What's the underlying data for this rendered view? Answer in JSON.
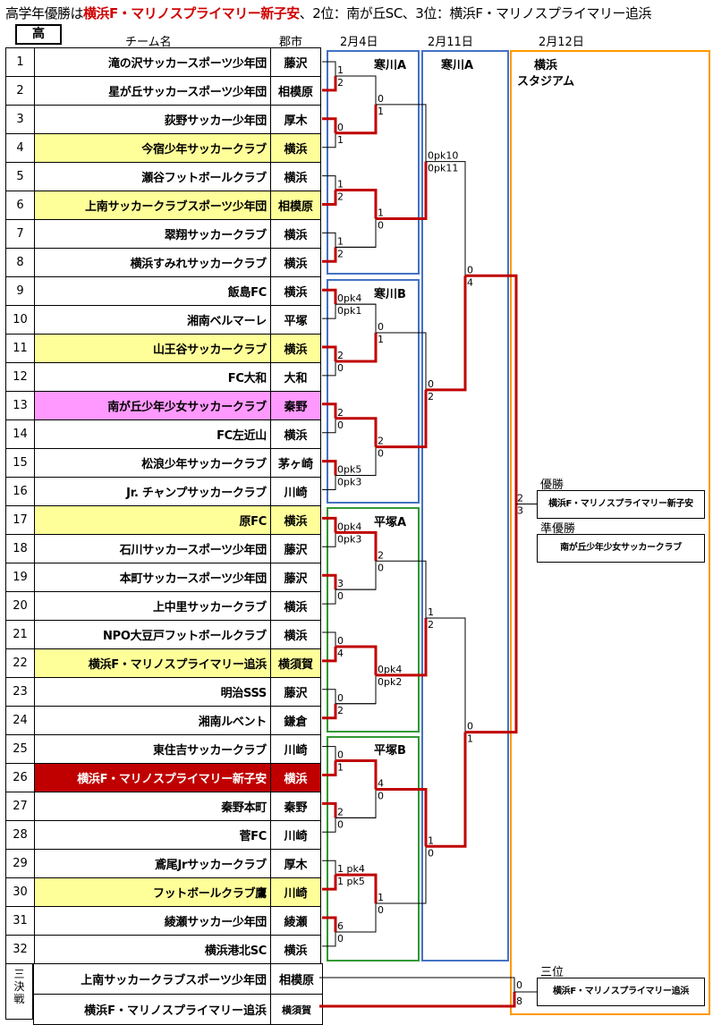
{
  "header": {
    "prefix": "高学年優勝は",
    "winner": "横浜F・マリノスプライマリー新子安",
    "rest": "、2位：南が丘SC、3位：横浜F・マリノスプライマリー追浜"
  },
  "grade": "高",
  "columns": {
    "team": "チーム名",
    "city": "郡市",
    "d1": "2月4日",
    "d2": "2月11日",
    "d3": "2月12日"
  },
  "teams": [
    {
      "no": "1",
      "name": "滝の沢サッカースポーツ少年団",
      "city": "藤沢",
      "hl": ""
    },
    {
      "no": "2",
      "name": "星が丘サッカースポーツ少年団",
      "city": "相模原",
      "hl": ""
    },
    {
      "no": "3",
      "name": "荻野サッカー少年団",
      "city": "厚木",
      "hl": ""
    },
    {
      "no": "4",
      "name": "今宿少年サッカークラブ",
      "city": "横浜",
      "hl": "yellow"
    },
    {
      "no": "5",
      "name": "瀬谷フットボールクラブ",
      "city": "横浜",
      "hl": ""
    },
    {
      "no": "6",
      "name": "上南サッカークラブスポーツ少年団",
      "city": "相模原",
      "hl": "yellow"
    },
    {
      "no": "7",
      "name": "翠翔サッカークラブ",
      "city": "横浜",
      "hl": ""
    },
    {
      "no": "8",
      "name": "横浜すみれサッカークラブ",
      "city": "横浜",
      "hl": ""
    },
    {
      "no": "9",
      "name": "飯島FC",
      "city": "横浜",
      "hl": ""
    },
    {
      "no": "10",
      "name": "湘南ベルマーレ",
      "city": "平塚",
      "hl": ""
    },
    {
      "no": "11",
      "name": "山王谷サッカークラブ",
      "city": "横浜",
      "hl": "yellow"
    },
    {
      "no": "12",
      "name": "FC大和",
      "city": "大和",
      "hl": ""
    },
    {
      "no": "13",
      "name": "南が丘少年少女サッカークラブ",
      "city": "秦野",
      "hl": "pink"
    },
    {
      "no": "14",
      "name": "FC左近山",
      "city": "横浜",
      "hl": ""
    },
    {
      "no": "15",
      "name": "松浪少年サッカークラブ",
      "city": "茅ヶ崎",
      "hl": ""
    },
    {
      "no": "16",
      "name": "Jr. チャンプサッカークラブ",
      "city": "川崎",
      "hl": ""
    },
    {
      "no": "17",
      "name": "原FC",
      "city": "横浜",
      "hl": "yellow"
    },
    {
      "no": "18",
      "name": "石川サッカースポーツ少年団",
      "city": "藤沢",
      "hl": ""
    },
    {
      "no": "19",
      "name": "本町サッカースポーツ少年団",
      "city": "藤沢",
      "hl": ""
    },
    {
      "no": "20",
      "name": "上中里サッカークラブ",
      "city": "横浜",
      "hl": ""
    },
    {
      "no": "21",
      "name": "NPO大豆戸フットボールクラブ",
      "city": "横浜",
      "hl": ""
    },
    {
      "no": "22",
      "name": "横浜F・マリノスプライマリー追浜",
      "city": "横須賀",
      "hl": "yellow"
    },
    {
      "no": "23",
      "name": "明治SSS",
      "city": "藤沢",
      "hl": ""
    },
    {
      "no": "24",
      "name": "湘南ルベント",
      "city": "鎌倉",
      "hl": ""
    },
    {
      "no": "25",
      "name": "東住吉サッカークラブ",
      "city": "川崎",
      "hl": ""
    },
    {
      "no": "26",
      "name": "横浜F・マリノスプライマリー新子安",
      "city": "横浜",
      "hl": "red"
    },
    {
      "no": "27",
      "name": "秦野本町",
      "city": "秦野",
      "hl": ""
    },
    {
      "no": "28",
      "name": "菅FC",
      "city": "川崎",
      "hl": ""
    },
    {
      "no": "29",
      "name": "鳶尾Jrサッカークラブ",
      "city": "厚木",
      "hl": ""
    },
    {
      "no": "30",
      "name": "フットボールクラブ鷹",
      "city": "川崎",
      "hl": "yellow"
    },
    {
      "no": "31",
      "name": "綾瀬サッカー少年団",
      "city": "綾瀬",
      "hl": ""
    },
    {
      "no": "32",
      "name": "横浜港北SC",
      "city": "横浜",
      "hl": ""
    }
  ],
  "third_place": {
    "label": "三決戦",
    "teams": [
      {
        "name": "上南サッカークラブスポーツ少年団",
        "city": "相模原"
      },
      {
        "name": "横浜F・マリノスプライマリー追浜",
        "city": "横須賀"
      }
    ],
    "scores": [
      "0",
      "8"
    ]
  },
  "venues": {
    "v1": "寒川A",
    "v2": "寒川B",
    "v3": "平塚A",
    "v4": "平塚B",
    "v5": "寒川A",
    "v6a": "横浜",
    "v6b": "スタジアム"
  },
  "results": {
    "champion_label": "優勝",
    "champion": "横浜F・マリノスプライマリー新子安",
    "runnerup_label": "準優勝",
    "runnerup": "南が丘少年少女サッカークラブ",
    "third_label": "三位",
    "third": "横浜F・マリノスプライマリー追浜"
  },
  "colors": {
    "win_line": "#c00000",
    "line": "#000000",
    "venue_blue": "#4472c4",
    "venue_green": "#339933",
    "venue_orange": "#ff9900"
  },
  "r1_scores": [
    [
      "1",
      "2"
    ],
    [
      "0",
      "1"
    ],
    [
      "1",
      "2"
    ],
    [
      "1",
      "2"
    ],
    [
      "0pk4",
      "0pk1"
    ],
    [
      "2",
      "0"
    ],
    [
      "2",
      "0"
    ],
    [
      "0pk5",
      "0pk3"
    ],
    [
      "0pk4",
      "0pk3"
    ],
    [
      "3",
      "0"
    ],
    [
      "0",
      "4"
    ],
    [
      "0",
      "2"
    ],
    [
      "0",
      "1"
    ],
    [
      "2",
      "0"
    ],
    [
      "1 pk4",
      "1 pk5"
    ],
    [
      "6",
      "0"
    ]
  ],
  "r2_scores": [
    [
      "0",
      "1"
    ],
    [
      "1",
      "0"
    ],
    [
      "0",
      "1"
    ],
    [
      "2",
      "0"
    ],
    [
      "2",
      "0"
    ],
    [
      "0pk4",
      "0pk2"
    ],
    [
      "4",
      "0"
    ],
    [
      "1",
      "0"
    ]
  ],
  "r3_scores": [
    [
      "0pk10",
      "0pk11"
    ],
    [
      "0",
      "2"
    ],
    [
      "1",
      "2"
    ],
    [
      "1",
      "0"
    ]
  ],
  "r4_scores": [
    [
      "0",
      "4"
    ],
    [
      "0",
      "1"
    ]
  ],
  "final_scores": [
    "2",
    "3"
  ]
}
